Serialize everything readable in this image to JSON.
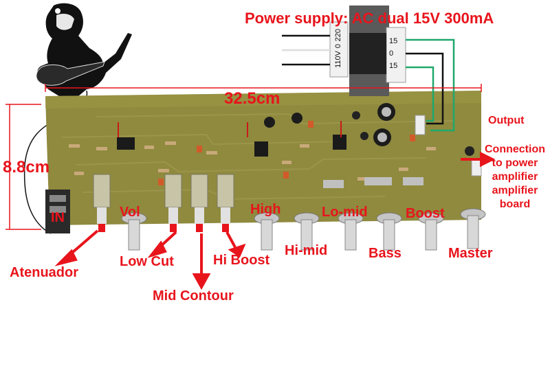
{
  "title": "Power supply: AC dual 15V 300mA",
  "colors": {
    "label_red": "#e8141c",
    "pcb_green": "#8f8a3e",
    "transformer": "#5a5a5a"
  },
  "transformer": {
    "primary": [
      "220",
      "0",
      "110V"
    ],
    "secondary": [
      "15",
      "0",
      "15"
    ]
  },
  "dimensions": {
    "width": "32.5cm",
    "height": "8.8cm"
  },
  "board": {
    "input_label": "IN",
    "output_label": "Output",
    "connection_note": [
      "Connection",
      "to power",
      "amplifier",
      "amplifier",
      "board"
    ]
  },
  "controls": [
    {
      "label": "Vol",
      "kind": "knob"
    },
    {
      "label": "Atenuador",
      "kind": "switch"
    },
    {
      "label": "Low Cut",
      "kind": "switch"
    },
    {
      "label": "Mid Contour",
      "kind": "switch"
    },
    {
      "label": "Hi Boost",
      "kind": "switch"
    },
    {
      "label": "High",
      "kind": "knob"
    },
    {
      "label": "Hi-mid",
      "kind": "knob"
    },
    {
      "label": "Lo-mid",
      "kind": "knob"
    },
    {
      "label": "Bass",
      "kind": "knob"
    },
    {
      "label": "Boost",
      "kind": "knob"
    },
    {
      "label": "Master",
      "kind": "knob"
    }
  ]
}
